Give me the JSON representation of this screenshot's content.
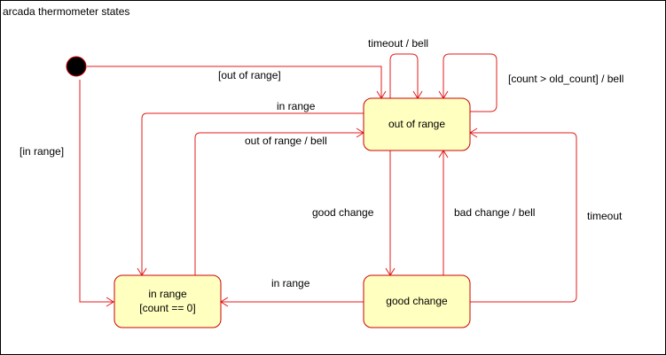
{
  "diagram": {
    "title": "arcada thermometer states",
    "colors": {
      "line": "#e31b1b",
      "state_fill": "#ffffc0",
      "state_border": "#cc0000"
    },
    "states": {
      "out_of_range": "out of range",
      "good_change": "good change",
      "in_range_line1": "in range",
      "in_range_line2": "[count == 0]"
    },
    "transitions": {
      "initial_to_out_of_range": "[out of range]",
      "initial_to_in_range": "[in range]",
      "out_of_range_timeout_self": "timeout / bell",
      "out_of_range_count_self": "[count > old_count] / bell",
      "out_of_range_to_in_range": "in range",
      "in_range_to_out_of_range": "out of range / bell",
      "out_of_range_to_good_change": "good change",
      "good_change_to_out_of_range": "bad change / bell",
      "good_change_timeout": "timeout",
      "good_change_to_in_range": "in range"
    }
  }
}
